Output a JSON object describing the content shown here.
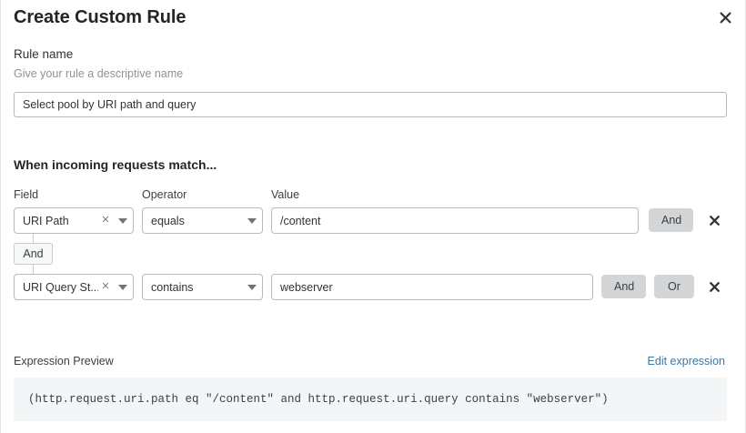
{
  "dialog": {
    "title": "Create Custom Rule",
    "close_icon": "close-icon"
  },
  "rule_name": {
    "label": "Rule name",
    "help": "Give your rule a descriptive name",
    "value": "Select pool by URI path and query",
    "placeholder": "Select pool by URI path and query"
  },
  "match_section": {
    "heading": "When incoming requests match...",
    "columns": {
      "field": "Field",
      "operator": "Operator",
      "value": "Value"
    },
    "connector": {
      "label": "And"
    },
    "rows": [
      {
        "field": "URI Path",
        "operator": "equals",
        "value": "/content",
        "value_placeholder": "/content",
        "buttons": [
          "And"
        ],
        "delete_icon": "close-icon"
      },
      {
        "field": "URI Query St...",
        "operator": "contains",
        "value": "webserver",
        "value_placeholder": "webserver",
        "buttons": [
          "And",
          "Or"
        ],
        "delete_icon": "close-icon"
      }
    ]
  },
  "expression_preview": {
    "label": "Expression Preview",
    "edit_link": "Edit expression",
    "code": "(http.request.uri.path eq \"/content\" and http.request.uri.query contains \"webserver\")"
  },
  "colors": {
    "link": "#3878a8",
    "button_gray": "#d3d5d6",
    "code_bg": "#f4f5f6",
    "border": "#b6babd"
  }
}
